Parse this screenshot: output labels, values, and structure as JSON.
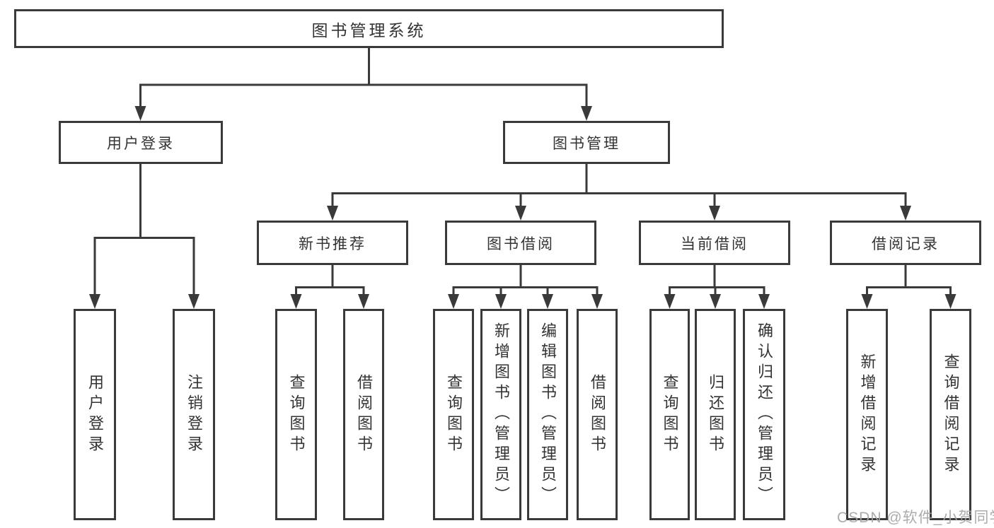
{
  "diagram": {
    "title": "图书管理系统",
    "nodes": {
      "root": {
        "label": "图书管理系统"
      },
      "level2": [
        {
          "label": "用户登录"
        },
        {
          "label": "图书管理"
        }
      ],
      "level3": [
        {
          "label": "新书推荐"
        },
        {
          "label": "图书借阅"
        },
        {
          "label": "当前借阅"
        },
        {
          "label": "借阅记录"
        }
      ],
      "leaves": {
        "user_login": [
          {
            "label": "用户登录"
          },
          {
            "label": "注销登录"
          }
        ],
        "new_books": [
          {
            "label": "查询图书"
          },
          {
            "label": "借阅图书"
          }
        ],
        "borrow": [
          {
            "label": "查询图书"
          },
          {
            "label": "新增图书（管理员）"
          },
          {
            "label": "编辑图书（管理员）"
          },
          {
            "label": "借阅图书"
          }
        ],
        "current": [
          {
            "label": "查询图书"
          },
          {
            "label": "归还图书"
          },
          {
            "label": "确认归还（管理员）"
          }
        ],
        "records": [
          {
            "label": "新增借阅记录"
          },
          {
            "label": "查询借阅记录"
          }
        ]
      }
    },
    "colors": {
      "line": "#3a3a3a",
      "text": "#333333",
      "background": "#ffffff",
      "watermark": "#a5a5a5"
    }
  },
  "watermark": {
    "text": "CSDN @软件_小贺同学"
  }
}
